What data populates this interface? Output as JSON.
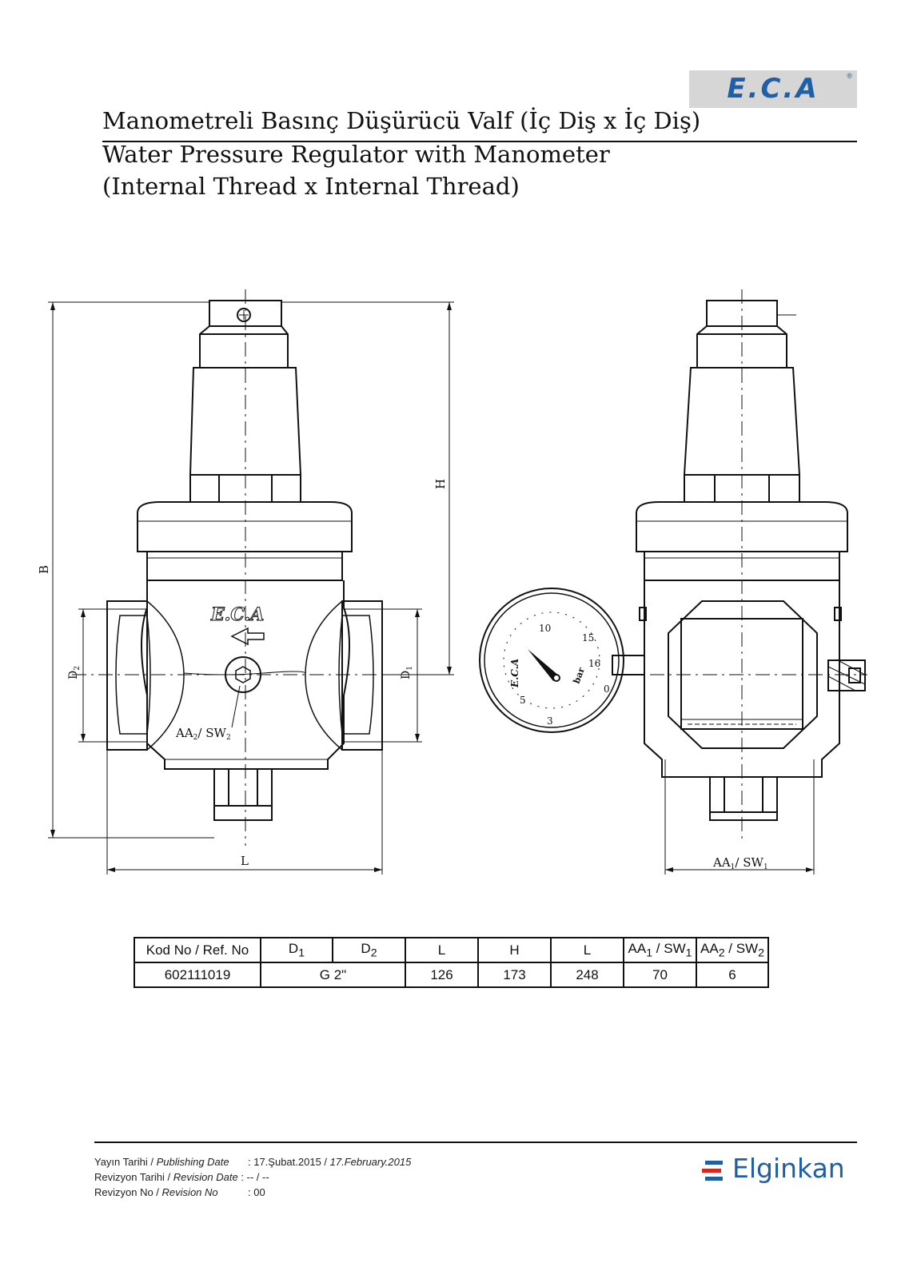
{
  "brand": {
    "logo_text": "E.C.A",
    "registered_mark": "®",
    "accent_color": "#1e5fa8",
    "logo_bg": "#d6d6d6"
  },
  "title": {
    "tr": "Manometreli Basınç Düşürücü Valf (İç Diş x İç Diş)",
    "en_line1": "Water Pressure Regulator with Manometer",
    "en_line2": "(Internal Thread x Internal Thread)"
  },
  "drawing": {
    "dim_B": "B",
    "dim_H": "H",
    "dim_L": "L",
    "dim_D1": "D",
    "dim_D1_sub": "1",
    "dim_D2": "D",
    "dim_D2_sub": "2",
    "dim_AA2": "AA",
    "dim_AA2_sub": "2",
    "dim_SW2": "SW",
    "dim_SW2_sub": "2",
    "dim_AA1": "AA",
    "dim_AA1_sub": "1",
    "dim_SW1": "SW",
    "dim_SW1_sub": "1",
    "body_logo": "E.C.A",
    "gauge": {
      "ticks": [
        "0",
        "3",
        "5",
        "10",
        "15",
        "16"
      ],
      "unit": "bar",
      "brand": "E.C.A"
    }
  },
  "table": {
    "headers": {
      "ref": "Kod No / Ref. No",
      "d1": "D",
      "d1_sub": "1",
      "d2": "D",
      "d2_sub": "2",
      "l1": "L",
      "h": "H",
      "l2": "L",
      "aa1": "AA",
      "aa1_sub": "1",
      "sw1": " / SW",
      "sw1_sub": "1",
      "aa2": "AA",
      "aa2_sub": "2",
      "sw2": " / SW",
      "sw2_sub": "2"
    },
    "row": {
      "ref": "602111019",
      "d": "G 2\"",
      "l1": "126",
      "h": "173",
      "l2": "248",
      "aa1_sw1": "70",
      "aa2_sw2": "6"
    }
  },
  "footer": {
    "publish_label": "Yayın Tarihi / ",
    "publish_label_en": "Publishing Date",
    "publish_value": ": 17.Şubat.2015 / ",
    "publish_value_en": "17.February.2015",
    "revdate_label": "Revizyon Tarihi / ",
    "revdate_label_en": "Revision Date",
    "revdate_value": ": -- / --",
    "revno_label": "Revizyon No / ",
    "revno_label_en": "Revision No",
    "revno_value": ": 00",
    "company": "Elginkan"
  }
}
